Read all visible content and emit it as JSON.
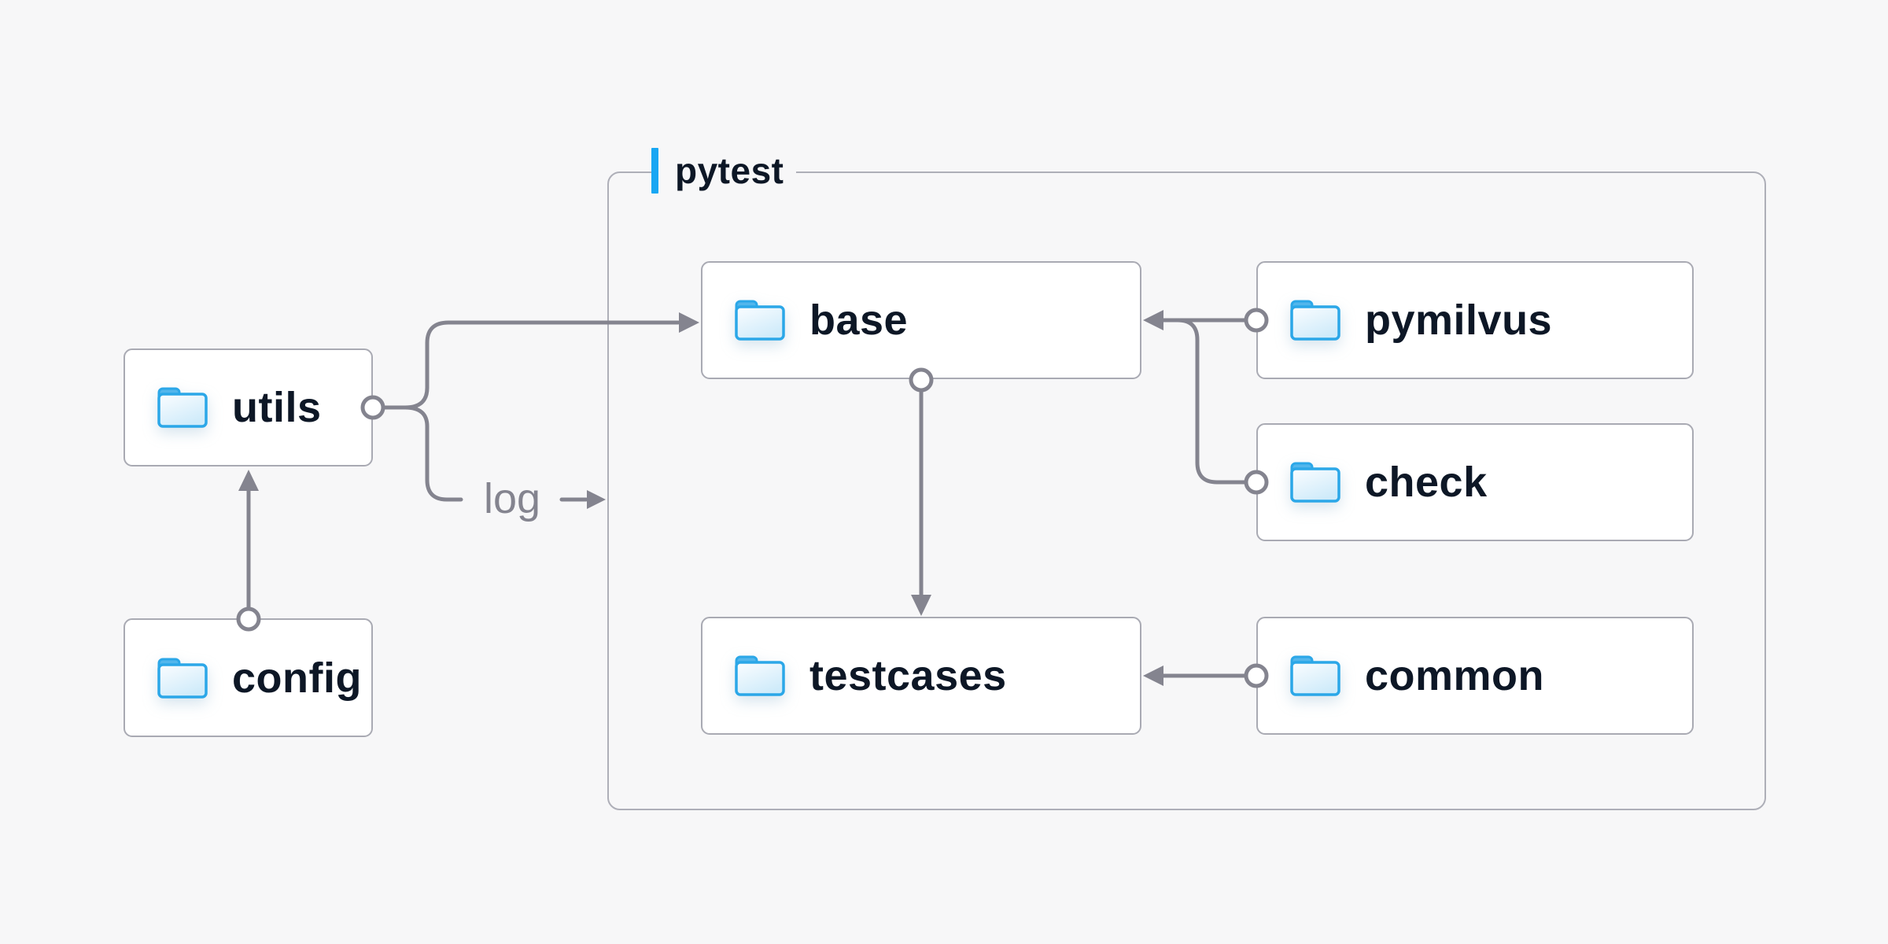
{
  "diagram": {
    "title": "folder structure diagram",
    "background": "#F7F7F8"
  },
  "colors": {
    "accent_blue": "#18A7F3",
    "connector_gray": "#84848F",
    "node_border": "#A9AAB3",
    "container_border": "#AEAFB8",
    "text_dark": "#0D1726",
    "folder_stroke": "#2BA7E8",
    "folder_fill_light": "#FBFDFF",
    "folder_fill_dark": "#CFEBFA",
    "node_background": "#FFFFFF"
  },
  "container": {
    "label": "pytest"
  },
  "nodes": [
    {
      "id": "utils",
      "label": "utils",
      "icon": "folder-icon"
    },
    {
      "id": "config",
      "label": "config",
      "icon": "folder-icon"
    },
    {
      "id": "base",
      "label": "base",
      "icon": "folder-icon"
    },
    {
      "id": "pymilvus",
      "label": "pymilvus",
      "icon": "folder-icon"
    },
    {
      "id": "check",
      "label": "check",
      "icon": "folder-icon"
    },
    {
      "id": "testcases",
      "label": "testcases",
      "icon": "folder-icon"
    },
    {
      "id": "common",
      "label": "common",
      "icon": "folder-icon"
    }
  ],
  "edges": [
    {
      "from": "config",
      "to": "utils",
      "label": ""
    },
    {
      "from": "utils",
      "to": "base",
      "label": ""
    },
    {
      "from": "utils",
      "to": "pytest",
      "label": "log"
    },
    {
      "from": "pymilvus",
      "to": "base",
      "label": ""
    },
    {
      "from": "check",
      "to": "base",
      "label": ""
    },
    {
      "from": "base",
      "to": "testcases",
      "label": ""
    },
    {
      "from": "common",
      "to": "testcases",
      "label": ""
    }
  ]
}
